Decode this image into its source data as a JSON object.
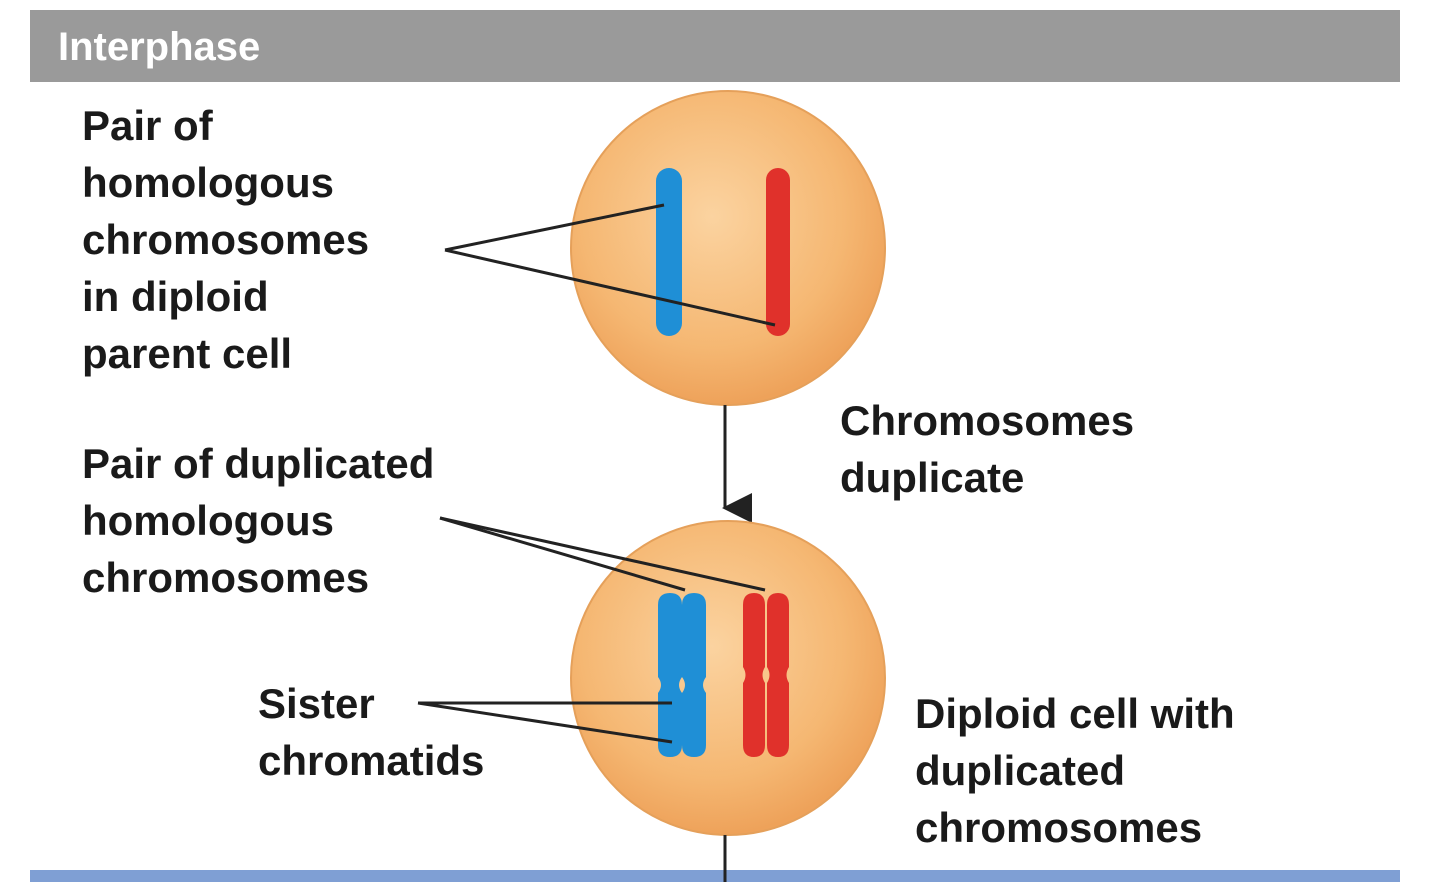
{
  "header": {
    "title": "Interphase"
  },
  "labels": {
    "homologous_pair": [
      "Pair of",
      "homologous",
      "chromosomes",
      "in diploid",
      "parent cell"
    ],
    "duplicate_step": [
      "Chromosomes",
      "duplicate"
    ],
    "duplicated_pair": [
      "Pair of duplicated",
      "homologous",
      "chromosomes"
    ],
    "sister_chromatids": [
      "Sister",
      "chromatids"
    ],
    "diploid_result": [
      "Diploid cell with",
      "duplicated",
      "chromosomes"
    ]
  },
  "colors": {
    "header_bar": "#9a9a9a",
    "bottom_bar": "#7f9fd4",
    "cell_fill": "#f5b772",
    "cell_edge": "#e0974e",
    "chromosome_blue": "#1f8fd6",
    "chromosome_red": "#e0312b",
    "leader_line": "#222222"
  }
}
